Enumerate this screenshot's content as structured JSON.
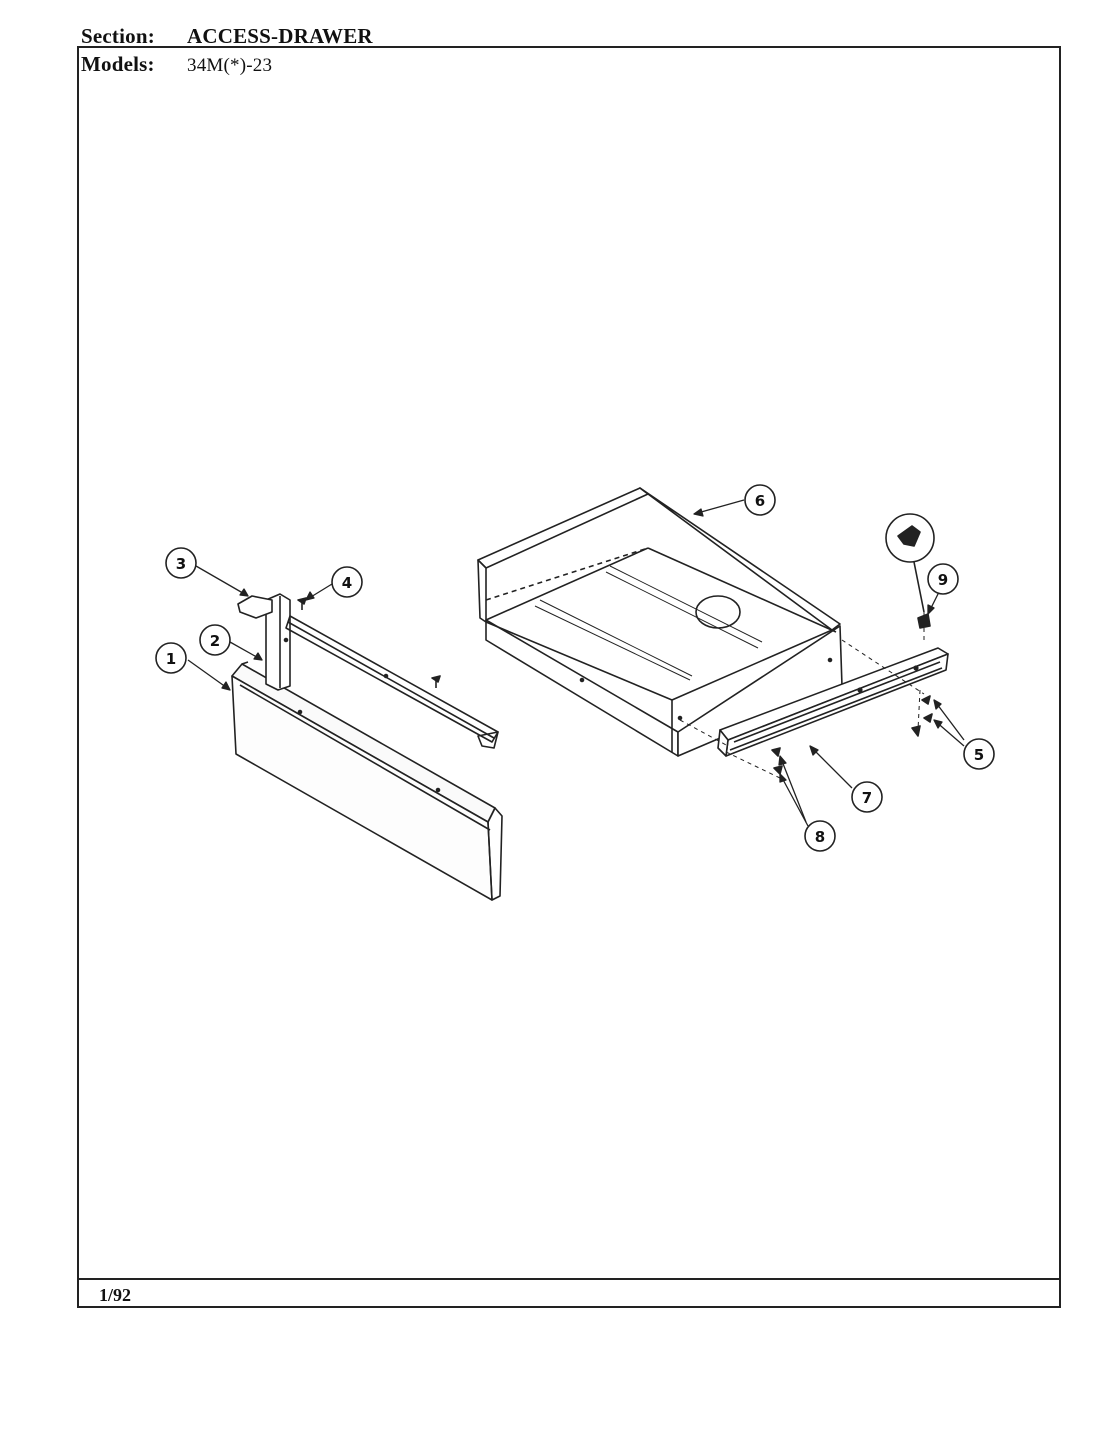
{
  "header": {
    "section_label": "Section:",
    "section_value": "ACCESS-DRAWER",
    "models_label": "Models:",
    "models_value": "34M(*)-23"
  },
  "footer": {
    "date": "1/92"
  },
  "callouts": {
    "c1": "1",
    "c2": "2",
    "c3": "3",
    "c4": "4",
    "c5": "5",
    "c6": "6",
    "c7": "7",
    "c8": "8",
    "c9": "9"
  }
}
